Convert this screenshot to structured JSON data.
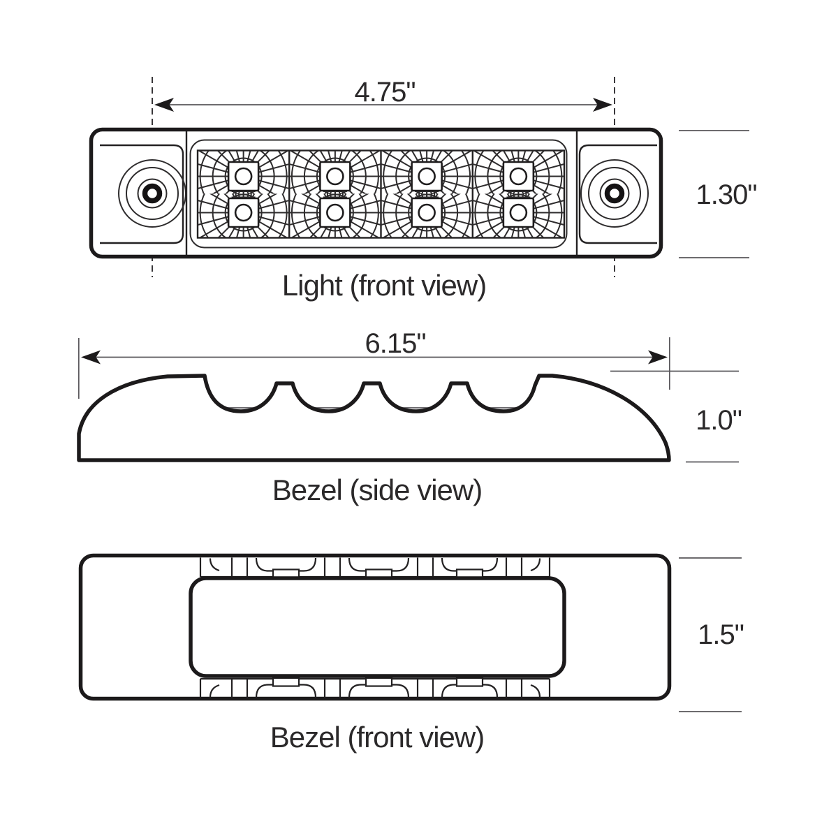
{
  "figure": {
    "type": "technical line drawing, 3 orthographic views of an LED marker light and its bezel",
    "background_color": "#ffffff",
    "line_color": "#1c1a1b",
    "thin_line_color": "#58565a",
    "text_color": "#2b292a"
  },
  "views": {
    "light_front": {
      "label": "Light (front view)",
      "width_dimension": "4.75\"",
      "height_dimension": "1.30\"",
      "led_columns": 4,
      "led_rows": 2,
      "led_count": 8,
      "mounting_screws": 2
    },
    "bezel_side": {
      "label": "Bezel (side view)",
      "width_dimension": "6.15\"",
      "height_dimension": "1.0\"",
      "scallop_count": 4
    },
    "bezel_front": {
      "label": "Bezel (front view)",
      "height_dimension": "1.5\"",
      "clip_tabs_per_edge": 3
    }
  }
}
